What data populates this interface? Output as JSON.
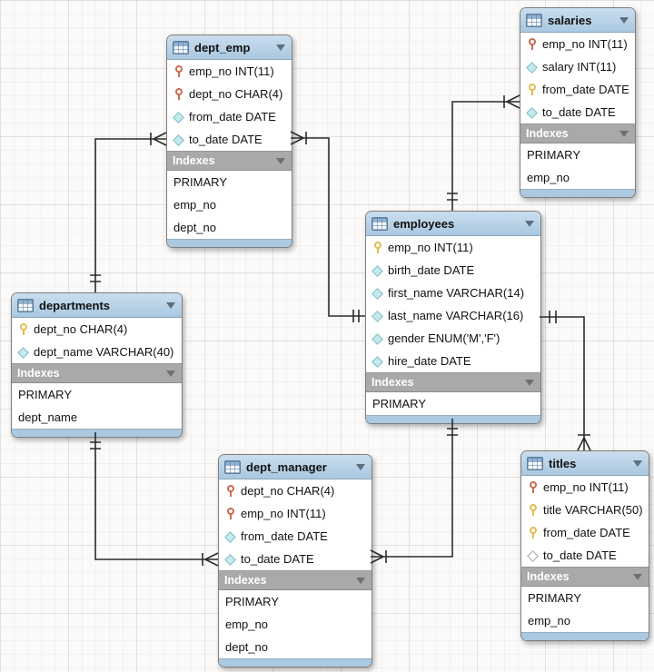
{
  "labels": {
    "indexes": "Indexes"
  },
  "colors": {
    "table_header": "#b9d3e7",
    "indexes_bar": "#a9a9a9",
    "footer_strip": "#abc9e1",
    "primary_key_icon": "#e0bd4e",
    "foreign_key_icon": "#c96a52",
    "column_diamond": "#c3eaec",
    "connector_line": "#2b2b2b"
  },
  "tables": [
    {
      "id": "dept_emp",
      "title": "dept_emp",
      "columns": [
        {
          "label": "emp_no INT(11)",
          "icon": "key-red"
        },
        {
          "label": "dept_no CHAR(4)",
          "icon": "key-red"
        },
        {
          "label": "from_date DATE",
          "icon": "diamond-cyan"
        },
        {
          "label": "to_date DATE",
          "icon": "diamond-cyan"
        }
      ],
      "indexes": [
        "PRIMARY",
        "emp_no",
        "dept_no"
      ]
    },
    {
      "id": "salaries",
      "title": "salaries",
      "columns": [
        {
          "label": "emp_no INT(11)",
          "icon": "key-red"
        },
        {
          "label": "salary INT(11)",
          "icon": "diamond-cyan"
        },
        {
          "label": "from_date DATE",
          "icon": "key-yellow"
        },
        {
          "label": "to_date DATE",
          "icon": "diamond-cyan"
        }
      ],
      "indexes": [
        "PRIMARY",
        "emp_no"
      ]
    },
    {
      "id": "employees",
      "title": "employees",
      "columns": [
        {
          "label": "emp_no INT(11)",
          "icon": "key-yellow"
        },
        {
          "label": "birth_date DATE",
          "icon": "diamond-cyan"
        },
        {
          "label": "first_name VARCHAR(14)",
          "icon": "diamond-cyan"
        },
        {
          "label": "last_name VARCHAR(16)",
          "icon": "diamond-cyan"
        },
        {
          "label": "gender ENUM('M','F')",
          "icon": "diamond-cyan"
        },
        {
          "label": "hire_date DATE",
          "icon": "diamond-cyan"
        }
      ],
      "indexes": [
        "PRIMARY"
      ]
    },
    {
      "id": "departments",
      "title": "departments",
      "columns": [
        {
          "label": "dept_no CHAR(4)",
          "icon": "key-yellow"
        },
        {
          "label": "dept_name VARCHAR(40)",
          "icon": "diamond-cyan"
        }
      ],
      "indexes": [
        "PRIMARY",
        "dept_name"
      ]
    },
    {
      "id": "dept_manager",
      "title": "dept_manager",
      "columns": [
        {
          "label": "dept_no CHAR(4)",
          "icon": "key-red"
        },
        {
          "label": "emp_no INT(11)",
          "icon": "key-red"
        },
        {
          "label": "from_date DATE",
          "icon": "diamond-cyan"
        },
        {
          "label": "to_date DATE",
          "icon": "diamond-cyan"
        }
      ],
      "indexes": [
        "PRIMARY",
        "emp_no",
        "dept_no"
      ]
    },
    {
      "id": "titles",
      "title": "titles",
      "columns": [
        {
          "label": "emp_no INT(11)",
          "icon": "key-red"
        },
        {
          "label": "title VARCHAR(50)",
          "icon": "key-yellow"
        },
        {
          "label": "from_date DATE",
          "icon": "key-yellow"
        },
        {
          "label": "to_date DATE",
          "icon": "diamond-open"
        }
      ],
      "indexes": [
        "PRIMARY",
        "emp_no"
      ]
    }
  ],
  "relationships": [
    {
      "from_table": "dept_emp",
      "to_table": "departments",
      "from_cardinality": "many",
      "to_cardinality": "one"
    },
    {
      "from_table": "dept_emp",
      "to_table": "employees",
      "from_cardinality": "many",
      "to_cardinality": "one"
    },
    {
      "from_table": "salaries",
      "to_table": "employees",
      "from_cardinality": "many",
      "to_cardinality": "one"
    },
    {
      "from_table": "titles",
      "to_table": "employees",
      "from_cardinality": "many",
      "to_cardinality": "one"
    },
    {
      "from_table": "dept_manager",
      "to_table": "employees",
      "from_cardinality": "many",
      "to_cardinality": "one"
    },
    {
      "from_table": "dept_manager",
      "to_table": "departments",
      "from_cardinality": "many",
      "to_cardinality": "one"
    }
  ]
}
